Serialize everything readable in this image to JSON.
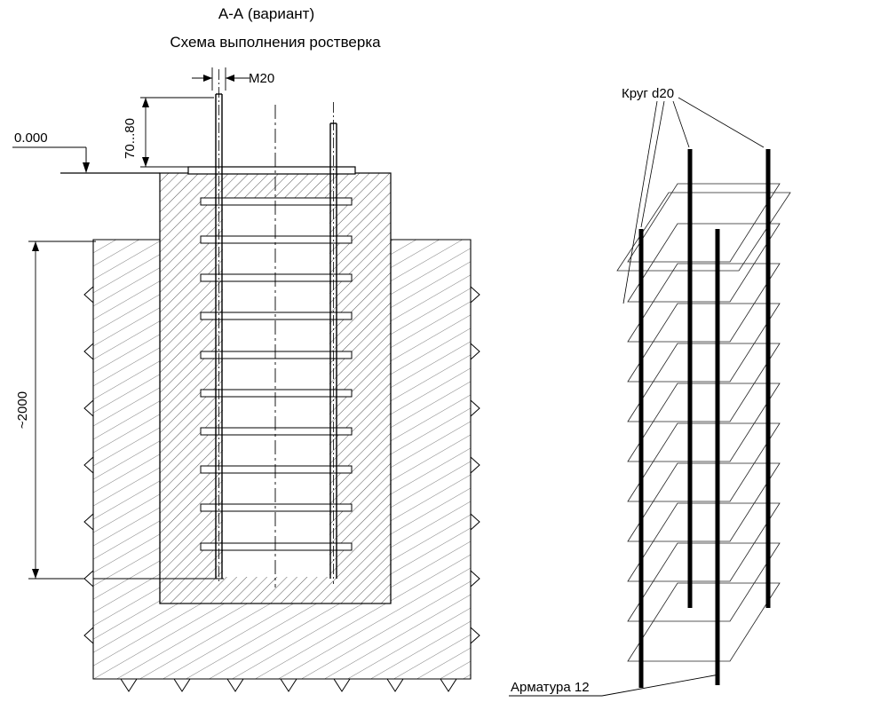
{
  "page": {
    "background": "#ffffff",
    "line_color": "#000000"
  },
  "titles": {
    "section": "А-А (вариант)",
    "subtitle": "Схема выполнения ростверка"
  },
  "cross_section": {
    "bolt_label": "M20",
    "level_label": "0.000",
    "protrusion_label": "70...80",
    "depth_label": "~2000"
  },
  "rebar_cage": {
    "circle_label": "Круг d20",
    "rebar_label": "Арматура 12"
  }
}
